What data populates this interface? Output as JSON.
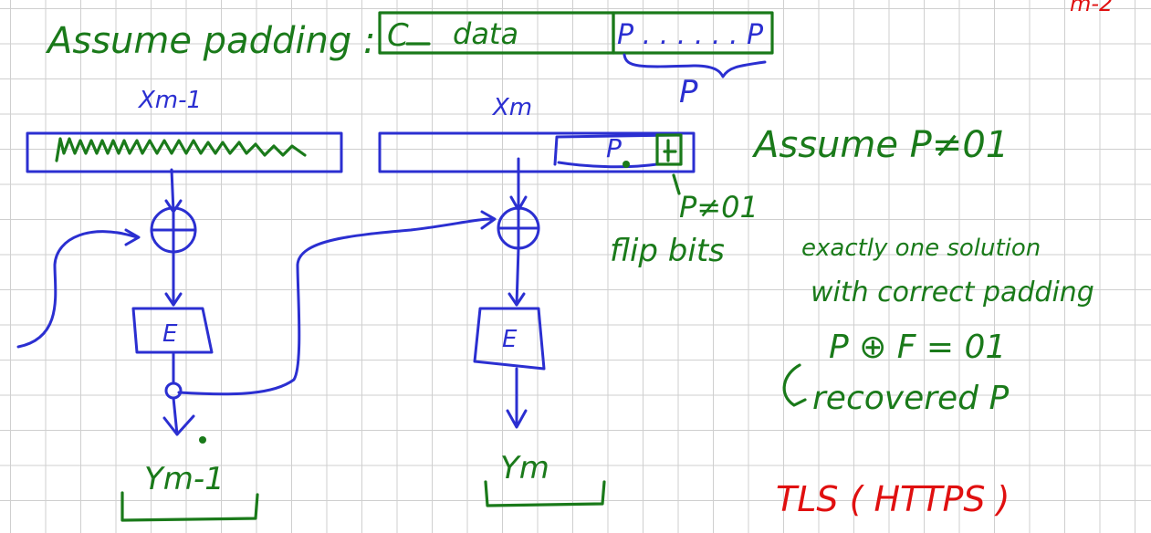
{
  "heading": {
    "assume_padding": "Assume padding :"
  },
  "padding_block": {
    "c_label": "C",
    "data_label": "data",
    "pad_label": "P . . . . . . P",
    "brace_label": "P"
  },
  "blocks": {
    "x_prev": "Xm-1",
    "x_last": "Xm",
    "last_byte": "P",
    "e_label": "E",
    "y_prev": "Ym-1",
    "y_last": "Ym"
  },
  "notes": {
    "assume_p": "Assume P≠01",
    "p_ne": "P≠01",
    "flip_bits": "flip bits",
    "exactly_one": "exactly one solution",
    "with_correct": "with correct padding",
    "equation": "P ⊕ F = 01",
    "recovered": "recovered P",
    "tls": "TLS  ( HTTPS )",
    "corner": "m-2"
  },
  "colors": {
    "green_ink": "#1a7a1a",
    "blue_ink": "#2b2fd1",
    "red_ink": "#e01010",
    "grid": "#cfcfcf"
  }
}
